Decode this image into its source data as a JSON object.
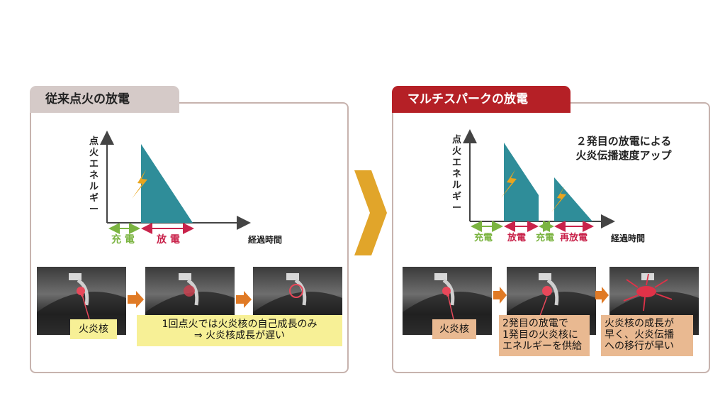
{
  "left_panel": {
    "title": "従来点火の放電",
    "y_axis_label": "点火エネルギー",
    "x_axis_label": "経過時間",
    "phase_charge": "充 電",
    "phase_discharge": "放 電",
    "flame_core_label": "火炎核",
    "caption_line1": "1回点火では火炎核の自己成長のみ",
    "caption_line2": "⇒ 火炎核成長が遅い"
  },
  "right_panel": {
    "title": "マルチスパークの放電",
    "note_line1": "２発目の放電による",
    "note_line2": "火炎伝播速度アップ",
    "y_axis_label": "点火エネルギー",
    "x_axis_label": "経過時間",
    "phase_charge_1": "充電",
    "phase_discharge_1": "放電",
    "phase_charge_2": "充電",
    "phase_redischarge": "再放電",
    "flame_core_label": "火炎核",
    "caption_mid_line1": "2発目の放電で",
    "caption_mid_line2": "1発目の火炎核に",
    "caption_mid_line3": "エネルギーを供給",
    "caption_right_line1": "火炎核の成長が",
    "caption_right_line2": "早く、火炎伝播",
    "caption_right_line3": "への移行が早い"
  },
  "colors": {
    "charge_green": "#7bb441",
    "discharge_red": "#c9234b",
    "teal": "#2f8d99",
    "bolt": "#e9a51e",
    "arrow_gold": "#e1a52a",
    "step_arrow": "#e07a25"
  }
}
